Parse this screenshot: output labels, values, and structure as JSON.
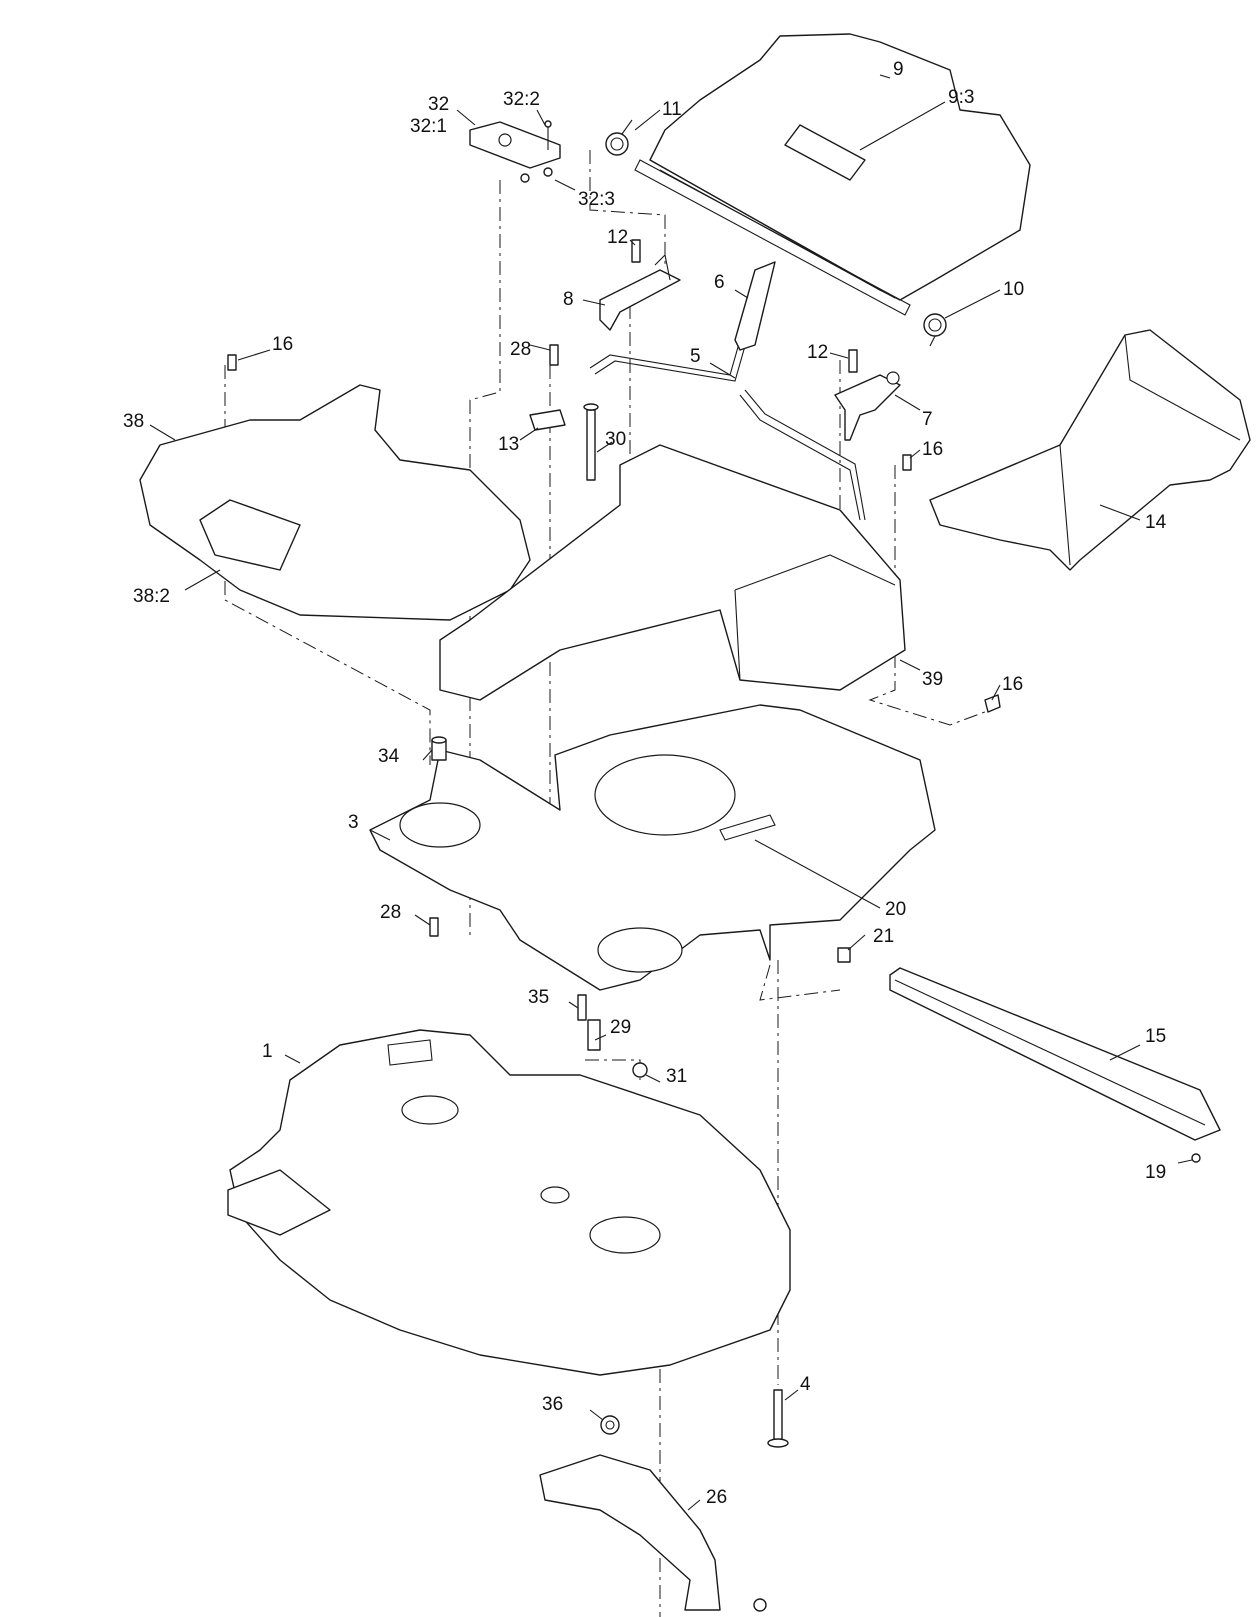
{
  "callouts": [
    {
      "id": "c1",
      "text": "1"
    },
    {
      "id": "c3",
      "text": "3"
    },
    {
      "id": "c4",
      "text": "4"
    },
    {
      "id": "c5",
      "text": "5"
    },
    {
      "id": "c6",
      "text": "6"
    },
    {
      "id": "c7",
      "text": "7"
    },
    {
      "id": "c8",
      "text": "8"
    },
    {
      "id": "c9",
      "text": "9"
    },
    {
      "id": "c9_3",
      "text": "9:3"
    },
    {
      "id": "c10",
      "text": "10"
    },
    {
      "id": "c11",
      "text": "11"
    },
    {
      "id": "c12a",
      "text": "12"
    },
    {
      "id": "c12b",
      "text": "12"
    },
    {
      "id": "c13",
      "text": "13"
    },
    {
      "id": "c14",
      "text": "14"
    },
    {
      "id": "c15",
      "text": "15"
    },
    {
      "id": "c16a",
      "text": "16"
    },
    {
      "id": "c16b",
      "text": "16"
    },
    {
      "id": "c16c",
      "text": "16"
    },
    {
      "id": "c19",
      "text": "19"
    },
    {
      "id": "c20",
      "text": "20"
    },
    {
      "id": "c21",
      "text": "21"
    },
    {
      "id": "c26",
      "text": "26"
    },
    {
      "id": "c28a",
      "text": "28"
    },
    {
      "id": "c28b",
      "text": "28"
    },
    {
      "id": "c29",
      "text": "29"
    },
    {
      "id": "c30",
      "text": "30"
    },
    {
      "id": "c31",
      "text": "31"
    },
    {
      "id": "c32",
      "text": "32"
    },
    {
      "id": "c32_1",
      "text": "32:1"
    },
    {
      "id": "c32_2",
      "text": "32:2"
    },
    {
      "id": "c32_3",
      "text": "32:3"
    },
    {
      "id": "c34",
      "text": "34"
    },
    {
      "id": "c35",
      "text": "35"
    },
    {
      "id": "c36",
      "text": "36"
    },
    {
      "id": "c38",
      "text": "38"
    },
    {
      "id": "c38_2",
      "text": "38:2"
    },
    {
      "id": "c39",
      "text": "39"
    }
  ]
}
